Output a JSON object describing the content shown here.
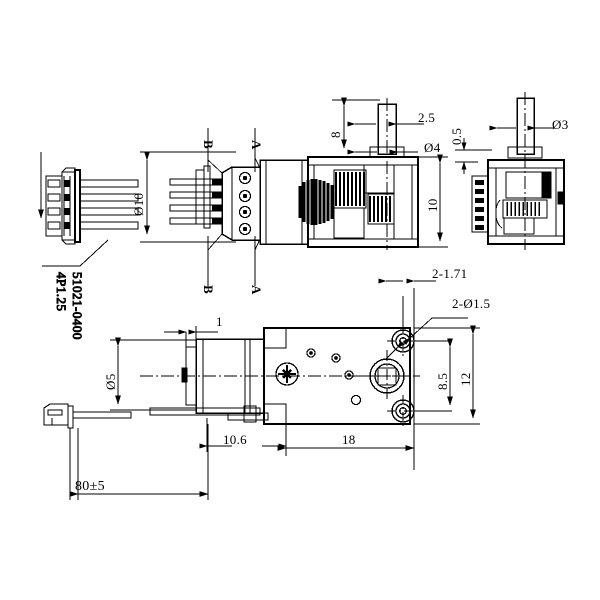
{
  "drawing": {
    "title": "Gear Motor Dimensional Drawing",
    "background_color": "#ffffff",
    "line_color": "#000000",
    "views": [
      {
        "name": "top-assembly-view",
        "description": "motor with connector, gearbox cross section"
      },
      {
        "name": "right-end-view",
        "description": "output shaft end view"
      },
      {
        "name": "bottom-plan-view",
        "description": "gearbox top plate with mounting holes"
      },
      {
        "name": "connector-detail-view",
        "description": "4 pin JST style connector"
      }
    ]
  },
  "labels": {
    "connector_part": "51021-0400",
    "connector_pitch": "4P1.25",
    "section_a_top": "A",
    "section_a_bottom": "A",
    "section_b_top": "B",
    "section_b_bottom": "B"
  },
  "dimensions": {
    "body_diameter": "Ø10",
    "shaft_length": "8",
    "shaft_flat": "2.5",
    "shaft_diameter_top": "Ø4",
    "gearbox_height": "10",
    "clearance": "0.5",
    "shaft_diameter_right": "Ø3",
    "motor_diameter": "Ø5",
    "endcap_thickness": "1",
    "motor_length": "10.6",
    "gearbox_length": "18",
    "wire_length": "80±5",
    "hole_offset": "2-1.71",
    "hole_spec": "2-Ø1.5",
    "hole_spacing": "8.5",
    "plate_width": "12"
  }
}
